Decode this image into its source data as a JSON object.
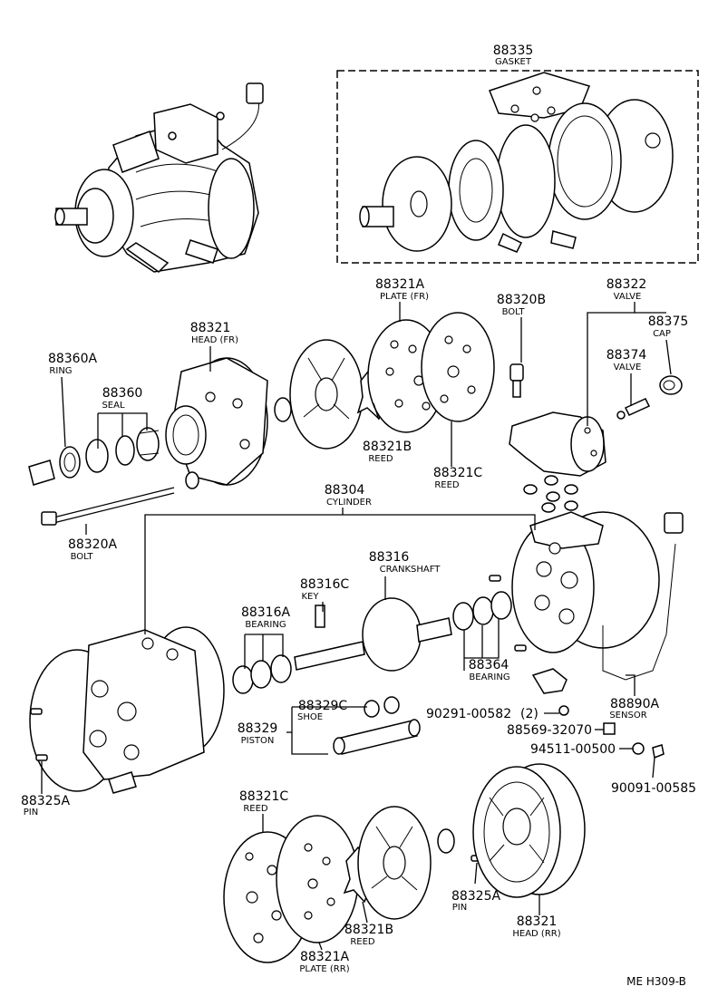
{
  "parts": {
    "gasket": {
      "number": "88335",
      "name": "GASKET"
    },
    "head_fr": {
      "number": "88321",
      "name": "HEAD (FR)"
    },
    "plate_fr": {
      "number": "88321A",
      "name": "PLATE (FR)"
    },
    "bolt_b": {
      "number": "88320B",
      "name": "BOLT"
    },
    "valve_88322": {
      "number": "88322",
      "name": "VALVE"
    },
    "cap": {
      "number": "88375",
      "name": "CAP"
    },
    "valve_88374": {
      "number": "88374",
      "name": "VALVE"
    },
    "ring": {
      "number": "88360A",
      "name": "RING"
    },
    "seal": {
      "number": "88360",
      "name": "SEAL"
    },
    "reed_b_fr": {
      "number": "88321B",
      "name": "REED"
    },
    "reed_c_fr": {
      "number": "88321C",
      "name": "REED"
    },
    "bolt_a": {
      "number": "88320A",
      "name": "BOLT"
    },
    "cylinder": {
      "number": "88304",
      "name": "CYLINDER"
    },
    "crankshaft": {
      "number": "88316",
      "name": "CRANKSHAFT"
    },
    "key": {
      "number": "88316C",
      "name": "KEY"
    },
    "bearing_a": {
      "number": "88316A",
      "name": "BEARING"
    },
    "bearing_364": {
      "number": "88364",
      "name": "BEARING"
    },
    "shoe": {
      "number": "88329C",
      "name": "SHOE"
    },
    "piston": {
      "number": "88329",
      "name": "PISTON"
    },
    "sensor": {
      "number": "88890A",
      "name": "SENSOR"
    },
    "screw_90291": {
      "number": "90291-00582",
      "qty": "(2)"
    },
    "clip_88569": {
      "number": "88569-32070"
    },
    "washer_94511": {
      "number": "94511-00500"
    },
    "bolt_90091": {
      "number": "90091-00585"
    },
    "pin_left": {
      "number": "88325A",
      "name": "PIN"
    },
    "reed_c_rr": {
      "number": "88321C",
      "name": "REED"
    },
    "pin_rr": {
      "number": "88325A",
      "name": "PIN"
    },
    "reed_b_rr": {
      "number": "88321B",
      "name": "REED"
    },
    "plate_rr": {
      "number": "88321A",
      "name": "PLATE (RR)"
    },
    "head_rr": {
      "number": "88321",
      "name": "HEAD (RR)"
    }
  },
  "figure_id": "ME H309-B"
}
